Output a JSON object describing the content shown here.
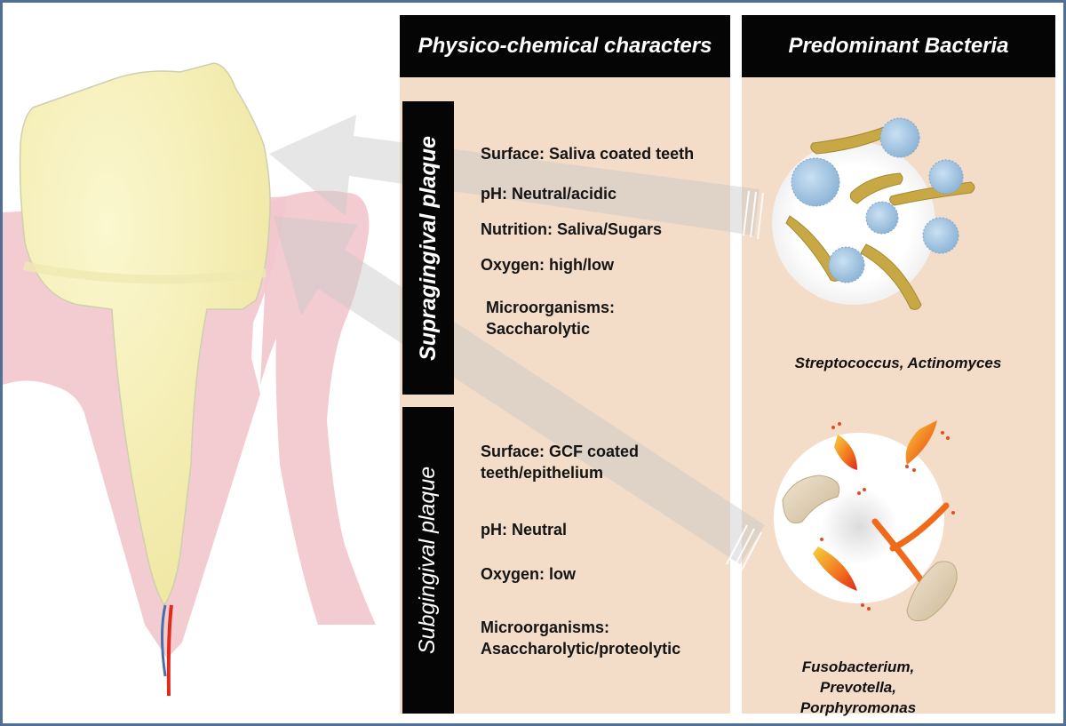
{
  "headers": {
    "physico": "Physico-chemical characters",
    "bacteria": "Predominant Bacteria"
  },
  "supragingival": {
    "label": "Supragingival plaque",
    "items": [
      "Surface: Saliva coated teeth",
      "pH: Neutral/acidic",
      "Nutrition: Saliva/Sugars",
      "Oxygen: high/low",
      "Microorganisms: Saccharolytic"
    ],
    "bacteria": "Streptococcus, Actinomyces"
  },
  "subgingival": {
    "label": "Subgingival plaque",
    "items": [
      "Surface: GCF coated teeth/epithelium",
      "pH: Neutral",
      "Oxygen: low",
      "Microorganisms: Asaccharolytic/proteolytic"
    ],
    "bacteria": "Fusobacterium, Prevotella, Porphyromonas"
  },
  "colors": {
    "panel": "#f3dcc8",
    "gum": "#f2c6cc",
    "tooth": "#f6f0b4",
    "frame": "#4f6f96"
  }
}
